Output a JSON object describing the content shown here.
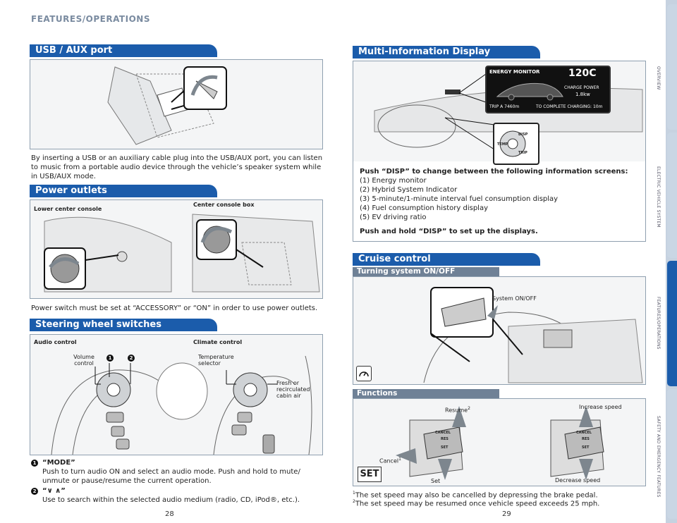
{
  "header": {
    "title": "FEATURES/OPERATIONS"
  },
  "usb": {
    "title": "USB / AUX port",
    "text": "By inserting a USB or an auxiliary cable plug into the USB/AUX port, you can listen to music from a portable audio device through the vehicle’s speaker system while in USB/AUX mode."
  },
  "power": {
    "title": "Power outlets",
    "left_label": "Lower center console",
    "right_label": "Center console box",
    "text": "Power switch must be set at “ACCESSORY” or “ON” in order to use power outlets."
  },
  "steering": {
    "title": "Steering wheel switches",
    "audio_label": "Audio control",
    "climate_label": "Climate control",
    "volume_label": "Volume control",
    "temp_label": "Temperature selector",
    "fresh_label": "Fresh or recirculated cabin air",
    "badge1": "1",
    "badge2": "2",
    "item1_title": "“MODE”",
    "item1_text": "Push to turn audio ON and select an audio mode. Push and hold to mute/ unmute or pause/resume the current operation.",
    "item2_title": "“∨ ∧”",
    "item2_text": "Use to search within the selected audio medium (radio, CD, iPod®, etc.)."
  },
  "mid": {
    "title": "Multi-Information Display",
    "lead": "Push “DISP” to change between the following information screens:",
    "items": [
      "(1) Energy monitor",
      "(2) Hybrid System Indicator",
      "(3) 5-minute/1-minute interval fuel consumption display",
      "(4) Fuel consumption history display",
      "(5) EV driving ratio"
    ],
    "footer": "Push and hold “DISP” to set up the displays.",
    "screen_title": "ENERGY MONITOR",
    "screen_temp": "120C",
    "screen_charge": "CHARGE POWER",
    "screen_kw": "1.8kw",
    "screen_trip": "TRIP A 7460m",
    "screen_complete": "TO COMPLETE CHARGING: 10m",
    "btn_disp": "DISP",
    "btn_temp": "TEMP",
    "btn_trip": "TRIP"
  },
  "cruise": {
    "title": "Cruise control",
    "sub1": "Turning system ON/OFF",
    "onoff_label": "System ON/OFF",
    "sub2": "Functions",
    "resume": "Resume",
    "resume_sup": "2",
    "cancel": "Cancel",
    "cancel_sup": "1",
    "set": "Set",
    "increase": "Increase speed",
    "decrease": "Decrease speed",
    "set_badge": "SET",
    "lever_cancel": "CANCEL",
    "lever_res": "RES",
    "lever_set": "SET",
    "note1_sup": "1",
    "note1": "The set speed may also be cancelled by depressing the brake pedal.",
    "note2_sup": "2",
    "note2": "The set speed may be resumed once vehicle speed exceeds 25 mph."
  },
  "pages": {
    "left": "28",
    "right": "29"
  },
  "rail": {
    "tabs": [
      "OVERVIEW",
      "ELECTRIC VEHICLE SYSTEM",
      "FEATURES/OPERATIONS",
      "SAFETY AND EMERGENCY FEATURES"
    ]
  },
  "colors": {
    "section": "#1b5cab",
    "subsection": "#6f8196",
    "arrow": "#7d868e"
  }
}
